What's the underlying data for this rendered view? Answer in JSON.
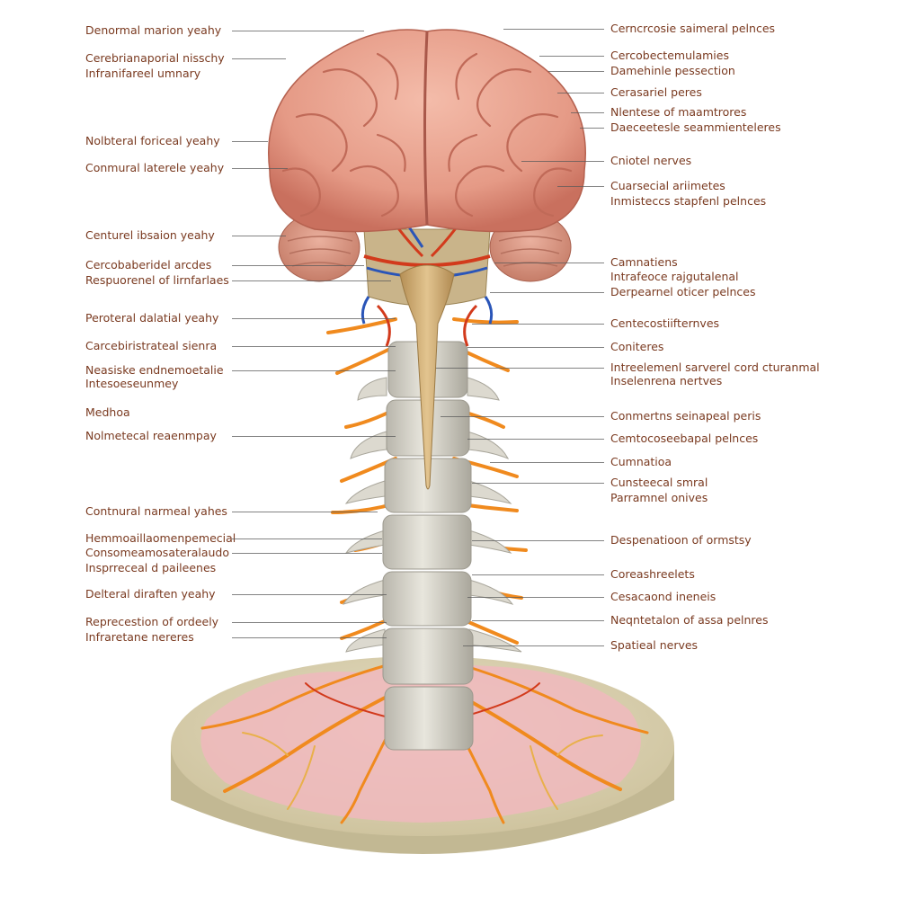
{
  "colors": {
    "label_text": "#7a3a20",
    "leader_line": "#5a5a5a",
    "brain": "#e9a08e",
    "brain_shadow": "#c9705e",
    "cerebellum": "#d98f7c",
    "spinal_cord": "#d2b07a",
    "vertebra": "#d9d6cc",
    "nerve": "#f08a1e",
    "artery": "#d23a1c",
    "vein": "#2a55b8",
    "base_top": "#d8cfae",
    "base_side": "#c9bf9b",
    "base_tissue": "#f1b8bd"
  },
  "labels": {
    "left": [
      "Denormal marion yeahy",
      "Cerebrianaporial nisschy",
      "Infranifareel umnary",
      "Nolbteral foriceal yeahy",
      "Conmural laterele yeahy",
      "Centurel ibsaion yeahy",
      "Cercobaberidel arcdes",
      "Respuorenel of lirnfarlaes",
      "Peroteral dalatial yeahy",
      "Carcebiristrateal sienra",
      "Neasiske endnemoetalie",
      "Intesoeseunmey",
      "Medhoa",
      "Nolmetecal reaenmpay",
      "Contnural narmeal yahes",
      "Hemmoaillaomenpemecial",
      "Consomeamosateralaudo",
      "Insprreceal d paileenes",
      "Delteral diraften yeahy",
      "Reprecestion of ordeely",
      "Infraretane nereres"
    ],
    "right": [
      "Cerncrcosie saimeral pelnces",
      "Cercobectemulamies",
      "Damehinle pessection",
      "Cerasariel peres",
      "Nlentese of maamtrores",
      "Daeceetesle seammienteleres",
      "Cniotel nerves",
      "Cuarsecial ariimetes",
      "Inmisteccs stapfenl pelnces",
      "Camnatiens",
      "Intrafeoce rajgutalenal",
      "Derpearnel oticer pelnces",
      "Centecostiifternves",
      "Coniteres",
      "Intreelemenl sarverel cord cturanmal",
      "Inselenrena nertves",
      "Conmertns seinapeal peris",
      "Cemtocoseebapal pelnces",
      "Cumnatioa",
      "Cunsteecal smral",
      "Parramnel onives",
      "Despenatioon of ormstsy",
      "Coreashreelets",
      "Cesacaond ineneis",
      "Neqntetalon of assa pelnres",
      "Spatieal nerves"
    ]
  }
}
